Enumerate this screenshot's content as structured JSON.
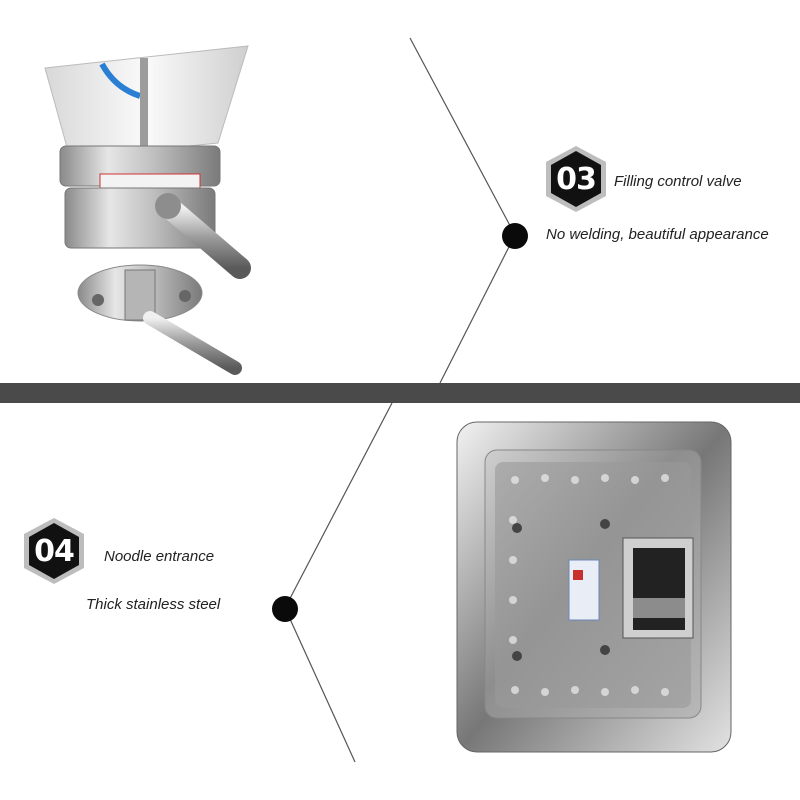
{
  "top_section": {
    "badge_number": "03",
    "title": "Filling control valve",
    "subtitle": "No welding, beautiful appearance",
    "colors": {
      "badge_fill": "#111111",
      "badge_border": "#bdbdbd"
    }
  },
  "bottom_section": {
    "badge_number": "04",
    "title": "Noodle entrance",
    "subtitle": "Thick stainless steel",
    "colors": {
      "badge_fill": "#111111",
      "badge_border": "#bdbdbd"
    }
  },
  "divider": {
    "color": "#4a4a4a"
  },
  "icons": {
    "top_badge": "hexagon-badge-icon",
    "bottom_badge": "hexagon-badge-icon",
    "connector": "dot-icon"
  }
}
